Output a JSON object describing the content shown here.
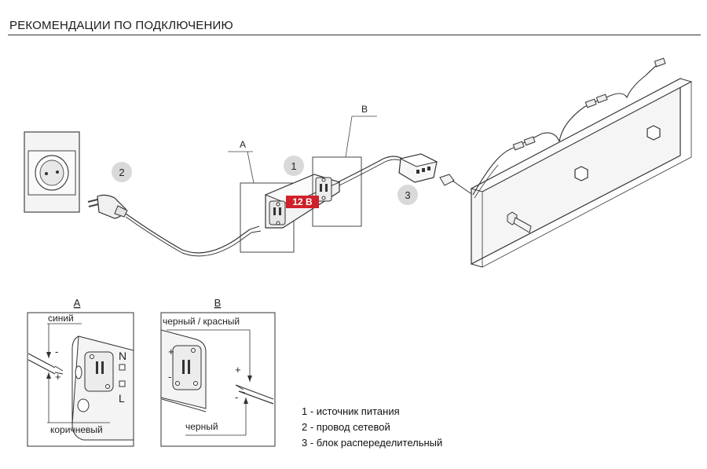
{
  "page": {
    "title": "РЕКОМЕНДАЦИИ ПО ПОДКЛЮЧЕНИЮ"
  },
  "diagram": {
    "callout_a": "A",
    "callout_b": "B",
    "num_1": "1",
    "num_2": "2",
    "num_3": "3",
    "voltage_badge": "12 В",
    "badge_color": "#d0202a",
    "circle_color": "#d9d9d9"
  },
  "detail_a": {
    "heading": "A",
    "label_blue": "синий",
    "label_brown": "коричневый",
    "minus": "-",
    "plus": "+",
    "terminal_n": "N",
    "terminal_l": "L"
  },
  "detail_b": {
    "heading": "B",
    "label_black_red": "черный / красный",
    "label_black": "черный",
    "plus": "+",
    "minus": "-"
  },
  "legend": [
    "1 - источник питания",
    "2 - провод сетевой",
    "3 - блок распеределительный"
  ]
}
